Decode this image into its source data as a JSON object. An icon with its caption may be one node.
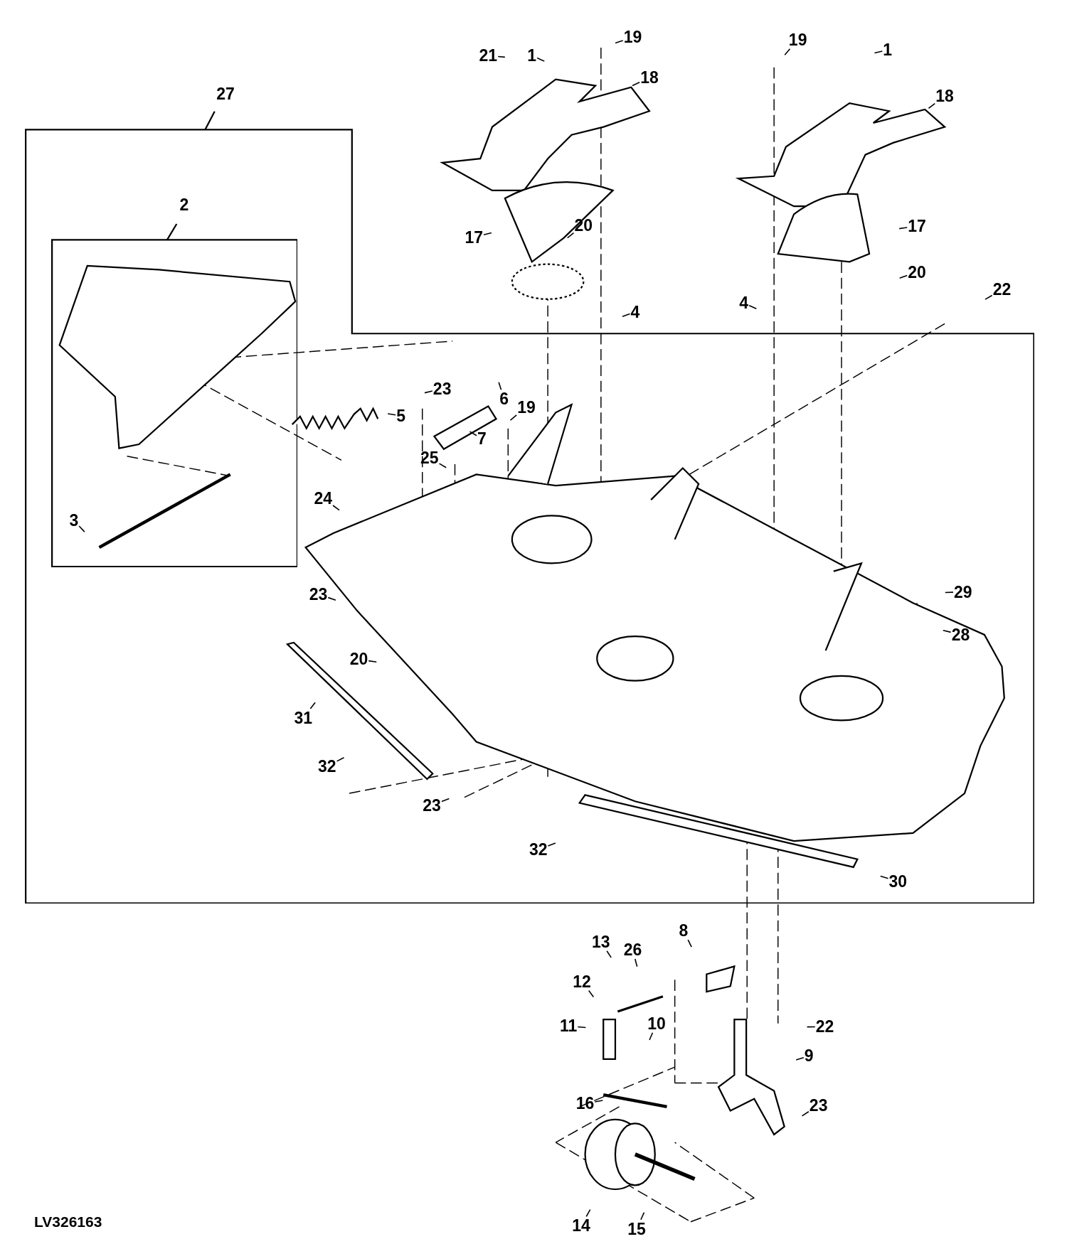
{
  "diagram": {
    "nodes": [
      {
        "text": [
          "27"
        ]
      },
      {
        "text": [
          "2"
        ],
        "in": 0
      },
      {
        "text": [
          "19"
        ]
      },
      {
        "text": [
          "19"
        ]
      },
      {
        "text": [
          "1"
        ]
      },
      {
        "text": [
          "21"
        ]
      },
      {
        "text": [
          "1"
        ]
      },
      {
        "text": [
          "18"
        ]
      },
      {
        "text": [
          "18"
        ]
      },
      {
        "text": [
          "17"
        ]
      },
      {
        "text": [
          "20"
        ]
      },
      {
        "text": [
          "17"
        ]
      },
      {
        "text": [
          "20"
        ]
      },
      {
        "text": [
          "22"
        ]
      },
      {
        "text": [
          "4"
        ]
      },
      {
        "text": [
          "4"
        ]
      },
      {
        "text": [
          "3"
        ],
        "in": 1
      },
      {
        "text": [
          "23"
        ],
        "in": 0
      },
      {
        "text": [
          "6"
        ],
        "in": 0
      },
      {
        "text": [
          "5"
        ],
        "in": 0
      },
      {
        "text": [
          "19"
        ],
        "in": 0
      },
      {
        "text": [
          "7"
        ],
        "in": 0
      },
      {
        "text": [
          "25"
        ],
        "in": 0
      },
      {
        "text": [
          "24"
        ],
        "in": 0
      },
      {
        "text": [
          "29"
        ],
        "in": 0
      },
      {
        "text": [
          "23"
        ],
        "in": 0
      },
      {
        "text": [
          "28"
        ],
        "in": 0
      },
      {
        "text": [
          "20"
        ],
        "in": 0
      },
      {
        "text": [
          "31"
        ],
        "in": 0
      },
      {
        "text": [
          "32"
        ],
        "in": 0
      },
      {
        "text": [
          "23"
        ],
        "in": 0
      },
      {
        "text": [
          "32"
        ],
        "in": 0
      },
      {
        "text": [
          "30"
        ],
        "in": 0
      },
      {
        "text": [
          "8"
        ]
      },
      {
        "text": [
          "13"
        ]
      },
      {
        "text": [
          "26"
        ]
      },
      {
        "text": [
          "12"
        ]
      },
      {
        "text": [
          "11"
        ]
      },
      {
        "text": [
          "10"
        ]
      },
      {
        "text": [
          "22"
        ]
      },
      {
        "text": [
          "9"
        ]
      },
      {
        "text": [
          "16"
        ]
      },
      {
        "text": [
          "23"
        ]
      },
      {
        "text": [
          "14"
        ]
      },
      {
        "text": [
          "15"
        ]
      }
    ],
    "edges": [
      {
        "from": 2,
        "to": null,
        "arrow": "none"
      },
      {
        "from": 3,
        "to": null,
        "arrow": "none"
      },
      {
        "from": 4,
        "to": null,
        "arrow": "none"
      },
      {
        "from": 5,
        "to": null,
        "arrow": "none"
      },
      {
        "from": 6,
        "to": null,
        "arrow": "none"
      },
      {
        "from": 7,
        "to": null,
        "arrow": "none"
      },
      {
        "from": 8,
        "to": null,
        "arrow": "none"
      },
      {
        "from": 9,
        "to": null,
        "arrow": "none"
      },
      {
        "from": 10,
        "to": null,
        "arrow": "none"
      },
      {
        "from": 11,
        "to": null,
        "arrow": "none"
      },
      {
        "from": 12,
        "to": null,
        "arrow": "none"
      },
      {
        "from": 13,
        "to": null,
        "arrow": "none"
      },
      {
        "from": 14,
        "to": null,
        "arrow": "none"
      },
      {
        "from": 15,
        "to": null,
        "arrow": "none"
      },
      {
        "from": 16,
        "to": null,
        "arrow": "none"
      },
      {
        "from": 17,
        "to": null,
        "arrow": "none"
      },
      {
        "from": 18,
        "to": null,
        "arrow": "none"
      },
      {
        "from": 19,
        "to": null,
        "arrow": "none"
      },
      {
        "from": 20,
        "to": null,
        "arrow": "none"
      },
      {
        "from": 21,
        "to": null,
        "arrow": "none"
      },
      {
        "from": 22,
        "to": null,
        "arrow": "none"
      },
      {
        "from": 23,
        "to": null,
        "arrow": "none"
      },
      {
        "from": 24,
        "to": null,
        "arrow": "none"
      },
      {
        "from": 25,
        "to": null,
        "arrow": "none"
      },
      {
        "from": 26,
        "to": null,
        "arrow": "none"
      },
      {
        "from": 27,
        "to": null,
        "arrow": "none"
      },
      {
        "from": 28,
        "to": null,
        "arrow": "none"
      },
      {
        "from": 29,
        "to": null,
        "arrow": "none"
      },
      {
        "from": 30,
        "to": null,
        "arrow": "none"
      },
      {
        "from": 31,
        "to": null,
        "arrow": "none"
      },
      {
        "from": 32,
        "to": null,
        "arrow": "none"
      },
      {
        "from": 33,
        "to": null,
        "arrow": "none"
      },
      {
        "from": 34,
        "to": null,
        "arrow": "none"
      },
      {
        "from": 35,
        "to": null,
        "arrow": "none"
      },
      {
        "from": 36,
        "to": null,
        "arrow": "none"
      },
      {
        "from": 37,
        "to": null,
        "arrow": "none"
      },
      {
        "from": 38,
        "to": null,
        "arrow": "none"
      },
      {
        "from": 39,
        "to": null,
        "arrow": "none"
      },
      {
        "from": 40,
        "to": null,
        "arrow": "none"
      },
      {
        "from": 41,
        "to": null,
        "arrow": "none"
      },
      {
        "from": 42,
        "to": null,
        "arrow": "none"
      },
      {
        "from": 43,
        "to": null,
        "arrow": "none"
      },
      {
        "from": 44,
        "to": null,
        "arrow": "none"
      }
    ],
    "labels": [
      "LV326163"
    ]
  }
}
